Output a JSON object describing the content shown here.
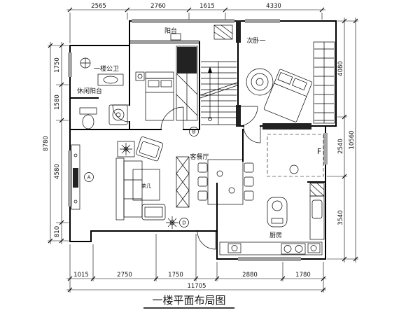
{
  "title": "一楼平面布局图",
  "dims": {
    "top": [
      "2565",
      "2760",
      "1615",
      "4330"
    ],
    "left": [
      "1750",
      "1580",
      "4580",
      "810"
    ],
    "left_total": "8780",
    "right": [
      "4080",
      "2540",
      "3540"
    ],
    "right_total": "10560",
    "bottom": [
      "1015",
      "2750",
      "1750",
      "2880",
      "1780"
    ],
    "bottom_total": "11705"
  },
  "rooms": {
    "balcony": "阳台",
    "bedroom": "次卧一",
    "bathroom": "一楼公卫",
    "leisure_balcony": "休闲阳台",
    "living_dining": "客餐厅",
    "kitchen": "厨房",
    "coffee_table": "茶几",
    "zone_f": "F"
  },
  "markers": {
    "a": "A",
    "b": "B",
    "d": "D"
  }
}
